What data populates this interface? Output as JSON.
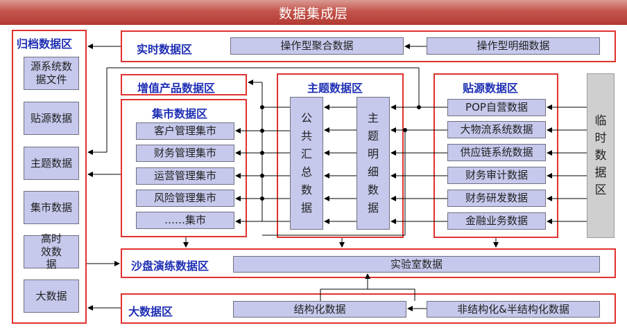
{
  "title": "数据集成层",
  "archive": {
    "title": "归档数据区",
    "items": [
      "源系统数据文件",
      "贴源数据",
      "主题数据",
      "集市数据",
      "高时效数据",
      "大数据"
    ]
  },
  "realtime": {
    "title": "实时数据区",
    "agg": "操作型聚合数据",
    "detail": "操作型明细数据"
  },
  "value_added": {
    "title": "增值产品数据区"
  },
  "mart": {
    "title": "集市数据区",
    "items": [
      "客户管理集市",
      "财务管理集市",
      "运营管理集市",
      "风险管理集市",
      "……集市"
    ]
  },
  "subject": {
    "title": "主题数据区",
    "public_summary": "公共汇总数据",
    "subject_detail": "主题明细数据"
  },
  "source": {
    "title": "贴源数据区",
    "items": [
      "POP自营数据",
      "大物流系统数据",
      "供应链系统数据",
      "财务审计数据",
      "财务研发数据",
      "金融业务数据"
    ]
  },
  "temp": {
    "label": "临时数据区"
  },
  "sandbox": {
    "title": "沙盘演练数据区",
    "lab": "实验室数据"
  },
  "bigdata": {
    "title": "大数据区",
    "structured": "结构化数据",
    "unstructured": "非结构化&半结构化数据"
  }
}
